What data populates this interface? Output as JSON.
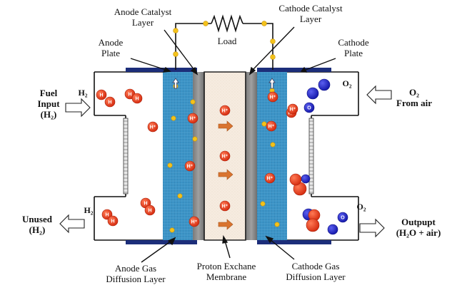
{
  "labels": {
    "anode_catalyst": [
      "Anode Catalyst",
      "Layer"
    ],
    "cathode_catalyst": [
      "Cathode Catalyst",
      "Layer"
    ],
    "load": "Load",
    "anode_plate": [
      "Anode",
      "Plate"
    ],
    "cathode_plate": [
      "Cathode",
      "Plate"
    ],
    "fuel_input": [
      "Fuel",
      "Input",
      "(H₂)"
    ],
    "o2_from_air": [
      "O₂",
      "From air"
    ],
    "unused": [
      "Unused",
      "(H₂)"
    ],
    "output": [
      "Outpupt",
      "(H₂O + air)"
    ],
    "anode_gdl": [
      "Anode Gas",
      "Diffusion Layer"
    ],
    "pem": [
      "Proton Exchane",
      "Membrane"
    ],
    "cathode_gdl": [
      "Cathode Gas",
      "Diffusion Layer"
    ]
  },
  "species": {
    "h2": "H₂",
    "o2": "O₂",
    "h": "H",
    "h_plus": "H⁺",
    "o": "O"
  },
  "colors": {
    "hydrogen_red": "#e83a1a",
    "oxygen_blue": "#1f22c9",
    "electron_yellow": "#f4c21a",
    "gdl_blue": "#3b93c6",
    "catalyst_gray": "#8c8c8c",
    "membrane_peach": "#f6ece0",
    "plate_navy": "#1c2e7a",
    "arrow_orange": "#d9742f"
  }
}
